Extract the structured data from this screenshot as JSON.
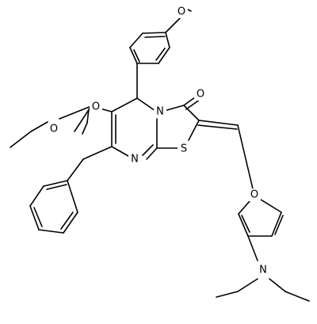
{
  "atoms": {
    "o_methoxy": "O",
    "o_carbonyl_ester": "O",
    "o_ester": "O",
    "n_bridge": "N",
    "o_ketone": "O",
    "n_imine": "N",
    "s_thiazole": "S",
    "o_furan": "O",
    "n_amine": "N"
  }
}
